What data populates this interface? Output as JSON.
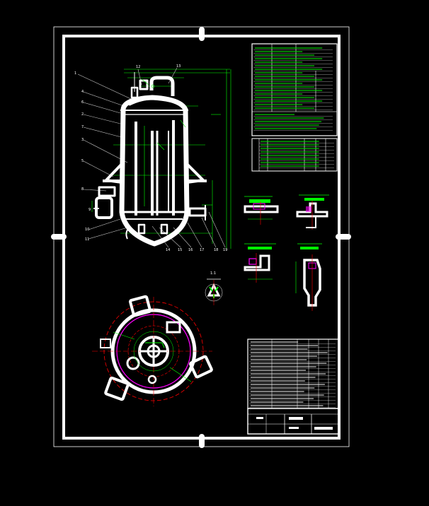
{
  "colors": {
    "background": "#000000",
    "frame": "#ffffff",
    "outline": "#ffffff",
    "dimension": "#00ff00",
    "centerline": "#ff0000",
    "highlight": "#ff00ff",
    "leader": "#c0c0c0"
  },
  "drawing": {
    "leader_numbers_left": [
      "1",
      "4",
      "6",
      "2",
      "7",
      "3",
      "5",
      "8",
      "9",
      "10",
      "11"
    ],
    "leader_numbers_top": [
      "12",
      "13"
    ],
    "leader_numbers_bottom": [
      "14",
      "15",
      "16",
      "17",
      "18",
      "19"
    ],
    "section_label": "1:1"
  }
}
